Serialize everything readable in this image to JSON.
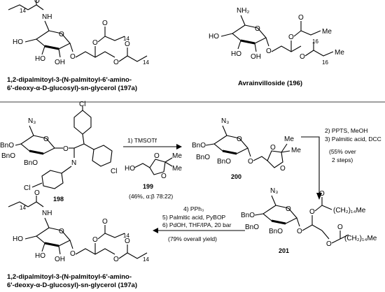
{
  "top_left": {
    "acyl_subscript": "14",
    "chain_subscript": "14",
    "caption_line1": "1,2-dipalmitoyl-3-(N-palmitoyl-6'-amino-",
    "caption_line2": "6'-deoxy-α-D-glucosyl)-sn-glycerol (197a)"
  },
  "top_right": {
    "chain_subscript_1": "16",
    "chain_subscript_2": "16",
    "caption": "Avrainvilloside (196)"
  },
  "compounds": {
    "c198": "198",
    "c199": "199",
    "c200": "200",
    "c201": "201"
  },
  "conditions": {
    "step1": "1) TMSOTf",
    "step1_yield": "(46%, α:β 78:22)",
    "step2": "2) PPTS, MeOH",
    "step3": "3) Palmitic acid, DCC",
    "yield_23_a": "(55% over",
    "yield_23_b": "2 steps)",
    "step4": "4) PPh₃",
    "step5": "5) Palmitic acid, PyBOP",
    "step6": "6) PdOH, THF/IPA, 20 bar",
    "overall": "(79% overall yield)"
  },
  "bottom_left": {
    "caption_line1": "1,2-dipalmitoyl-3-(N-palmitoyl-6'-amino-",
    "caption_line2": "6'-deoxy-α-D-glucosyl)-sn-glycerol (197a)"
  }
}
